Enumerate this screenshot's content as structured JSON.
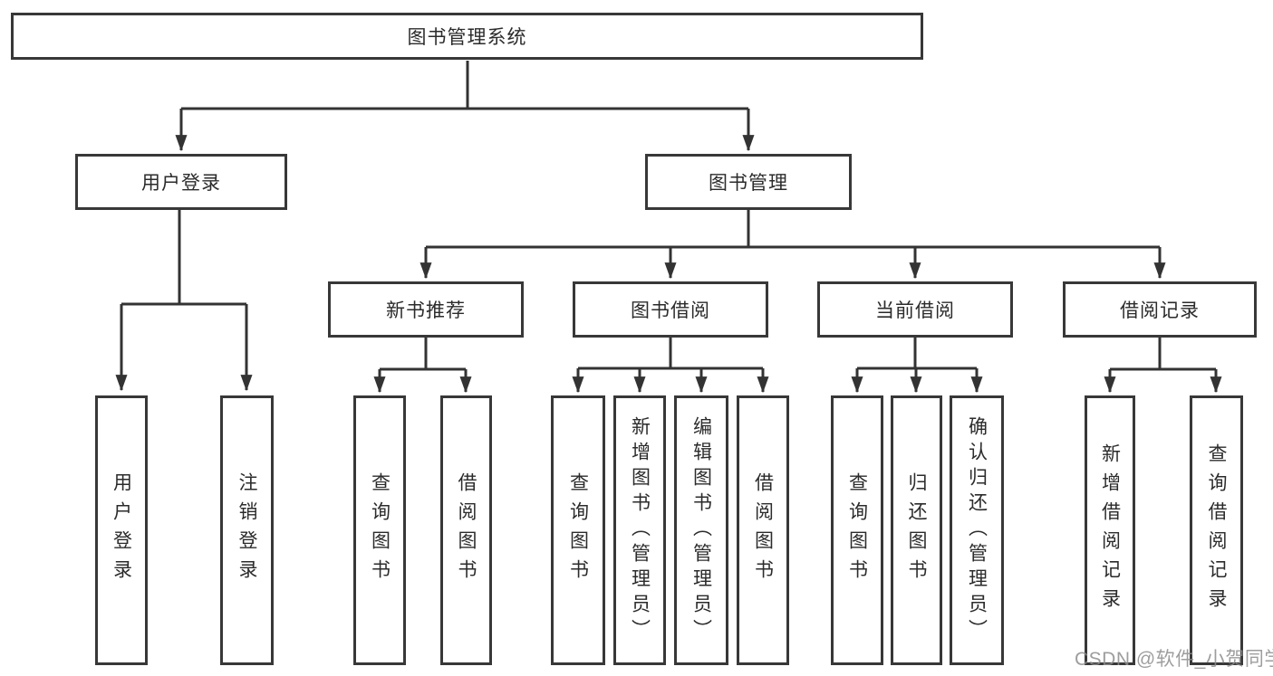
{
  "tree": {
    "label": "图书管理系统",
    "children": [
      {
        "label": "用户登录",
        "children": [
          {
            "label": "用户登录"
          },
          {
            "label": "注销登录"
          }
        ]
      },
      {
        "label": "图书管理",
        "children": [
          {
            "label": "新书推荐",
            "children": [
              {
                "label": "查询图书"
              },
              {
                "label": "借阅图书"
              }
            ]
          },
          {
            "label": "图书借阅",
            "children": [
              {
                "label": "查询图书"
              },
              {
                "label": "新增图书（管理员）"
              },
              {
                "label": "编辑图书（管理员）"
              },
              {
                "label": "借阅图书"
              }
            ]
          },
          {
            "label": "当前借阅",
            "children": [
              {
                "label": "查询图书"
              },
              {
                "label": "归还图书"
              },
              {
                "label": "确认归还（管理员）"
              }
            ]
          },
          {
            "label": "借阅记录",
            "children": [
              {
                "label": "新增借阅记录"
              },
              {
                "label": "查询借阅记录"
              }
            ]
          }
        ]
      }
    ]
  },
  "watermark": {
    "text": "CSDN @软件_小贺同学"
  },
  "colors": {
    "line": "#333333",
    "border": "#383838",
    "text": "#2b2b2b",
    "watermark": "#8d8d8d"
  }
}
